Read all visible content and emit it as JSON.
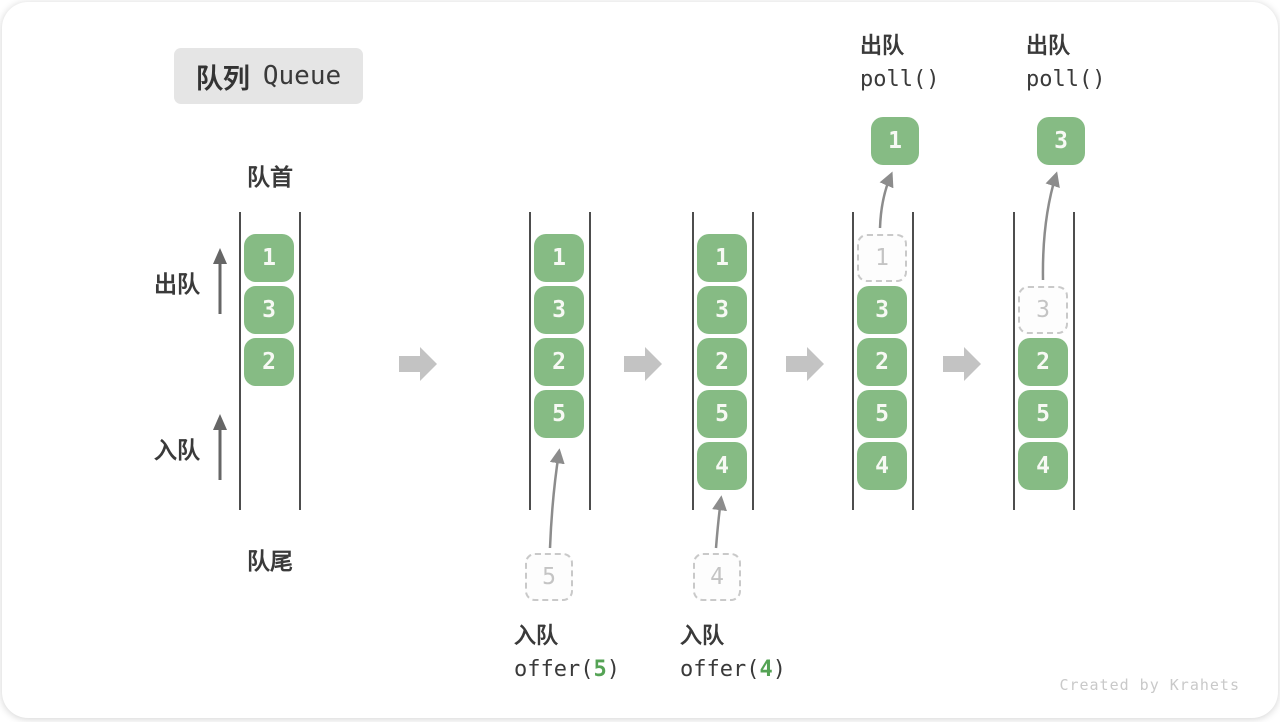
{
  "title": {
    "zh": "队列",
    "en": "Queue"
  },
  "labels": {
    "front": "队首",
    "rear": "队尾",
    "dequeue_side": "出队",
    "enqueue_side": "入队"
  },
  "states": [
    {
      "cells": [
        "1",
        "3",
        "2"
      ]
    },
    {
      "cells": [
        "1",
        "3",
        "2",
        "5"
      ],
      "incoming": "5"
    },
    {
      "cells": [
        "1",
        "3",
        "2",
        "5",
        "4"
      ],
      "incoming": "4"
    },
    {
      "cells": [
        "3",
        "2",
        "5",
        "4"
      ],
      "polled": "1"
    },
    {
      "cells": [
        "2",
        "5",
        "4"
      ],
      "polled": "3"
    }
  ],
  "operations": {
    "enqueue5": {
      "label": "入队",
      "fn": "offer(",
      "arg": "5",
      "close": ")"
    },
    "enqueue4": {
      "label": "入队",
      "fn": "offer(",
      "arg": "4",
      "close": ")"
    },
    "poll_first": {
      "label": "出队",
      "code": "poll()"
    },
    "poll_second": {
      "label": "出队",
      "code": "poll()"
    }
  },
  "watermark": "Created by Krahets",
  "colors": {
    "cell_green": "#86BB84",
    "arg_green": "#55A355",
    "dashed_border": "#C9C9C9",
    "ghost_text": "#C4C4C4",
    "block_arrow": "#C3C3C3",
    "curve_arrow": "#8C8C8C",
    "label_arrow": "#666666",
    "label_text": "#3A3A3A",
    "badge_bg": "#E5E5E5"
  }
}
